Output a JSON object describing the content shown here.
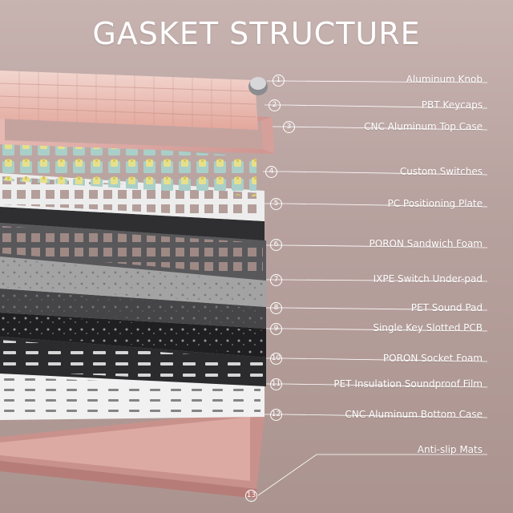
{
  "title": "GASKET STRUCTURE",
  "layers": [
    {
      "num": "1",
      "label": "Aluminum Knob"
    },
    {
      "num": "2",
      "label": "PBT Keycaps"
    },
    {
      "num": "3",
      "label": "CNC Aluminum Top Case"
    },
    {
      "num": "4",
      "label": "Custom Switches"
    },
    {
      "num": "5",
      "label": "PC Positioning Plate"
    },
    {
      "num": "6",
      "label": "PORON Sandwich Foam"
    },
    {
      "num": "7",
      "label": "IXPE Switch Under-pad"
    },
    {
      "num": "8",
      "label": "PET Sound Pad"
    },
    {
      "num": "9",
      "label": "Single Key Slotted PCB"
    },
    {
      "num": "10",
      "label": "PORON Socket Foam"
    },
    {
      "num": "11",
      "label": "PET Insulation Soundproof Film"
    },
    {
      "num": "12",
      "label": "CNC Aluminum Bottom Case"
    },
    {
      "num": "13",
      "label": "Anti-slip Mats"
    }
  ],
  "colors": {
    "background": "#b8a29f",
    "case": "#d9a7a1",
    "keycap": "#e8b6ad",
    "switch_top": "#e7e08b",
    "switch_base": "#a9cfc8",
    "plate": "#ececec",
    "foam_dark": "#2f2f31",
    "underpad": "#9a9a9b",
    "pcb": "#1f1f21",
    "film": "#e6e6e6"
  }
}
